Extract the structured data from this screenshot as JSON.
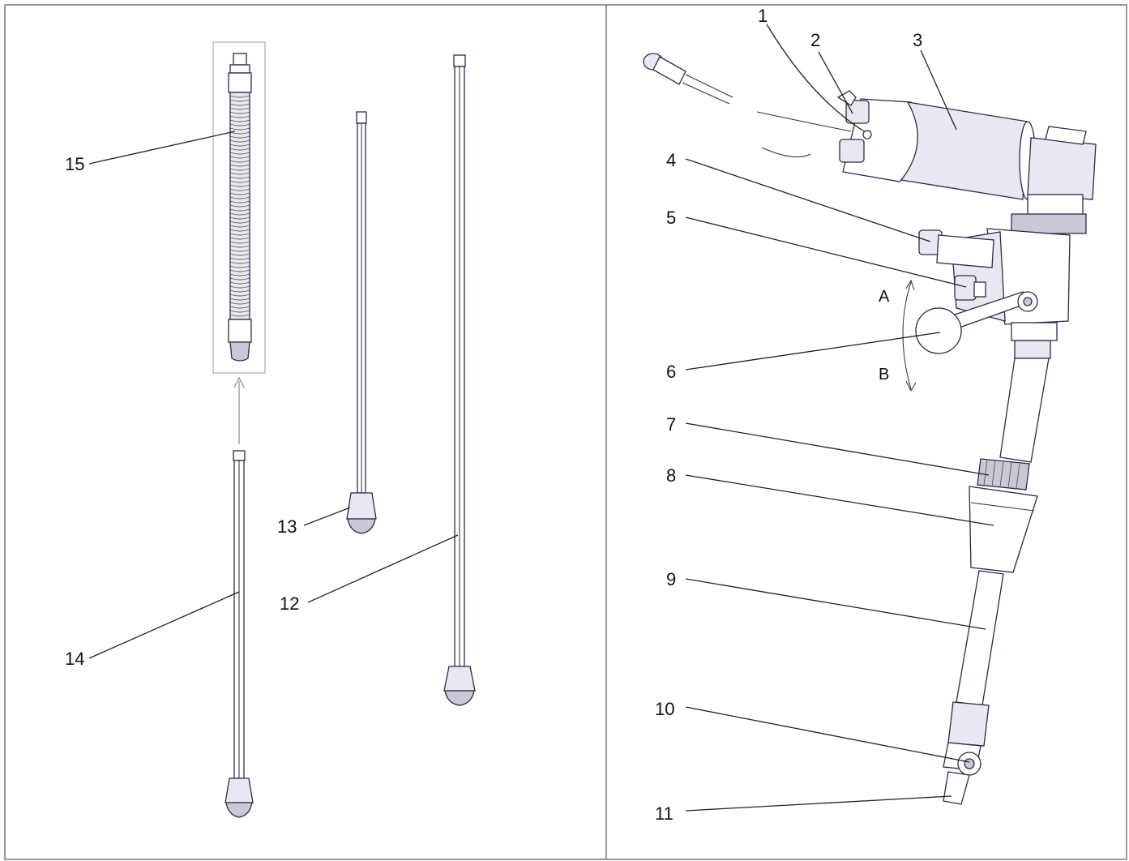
{
  "diagram": {
    "labels": {
      "p1": "1",
      "p2": "2",
      "p3": "3",
      "p4": "4",
      "p5": "5",
      "p6": "6",
      "p7": "7",
      "p8": "8",
      "p9": "9",
      "p10": "10",
      "p11": "11",
      "p12": "12",
      "p13": "13",
      "p14": "14",
      "p15": "15"
    },
    "directions": {
      "a": "A",
      "b": "B"
    }
  }
}
